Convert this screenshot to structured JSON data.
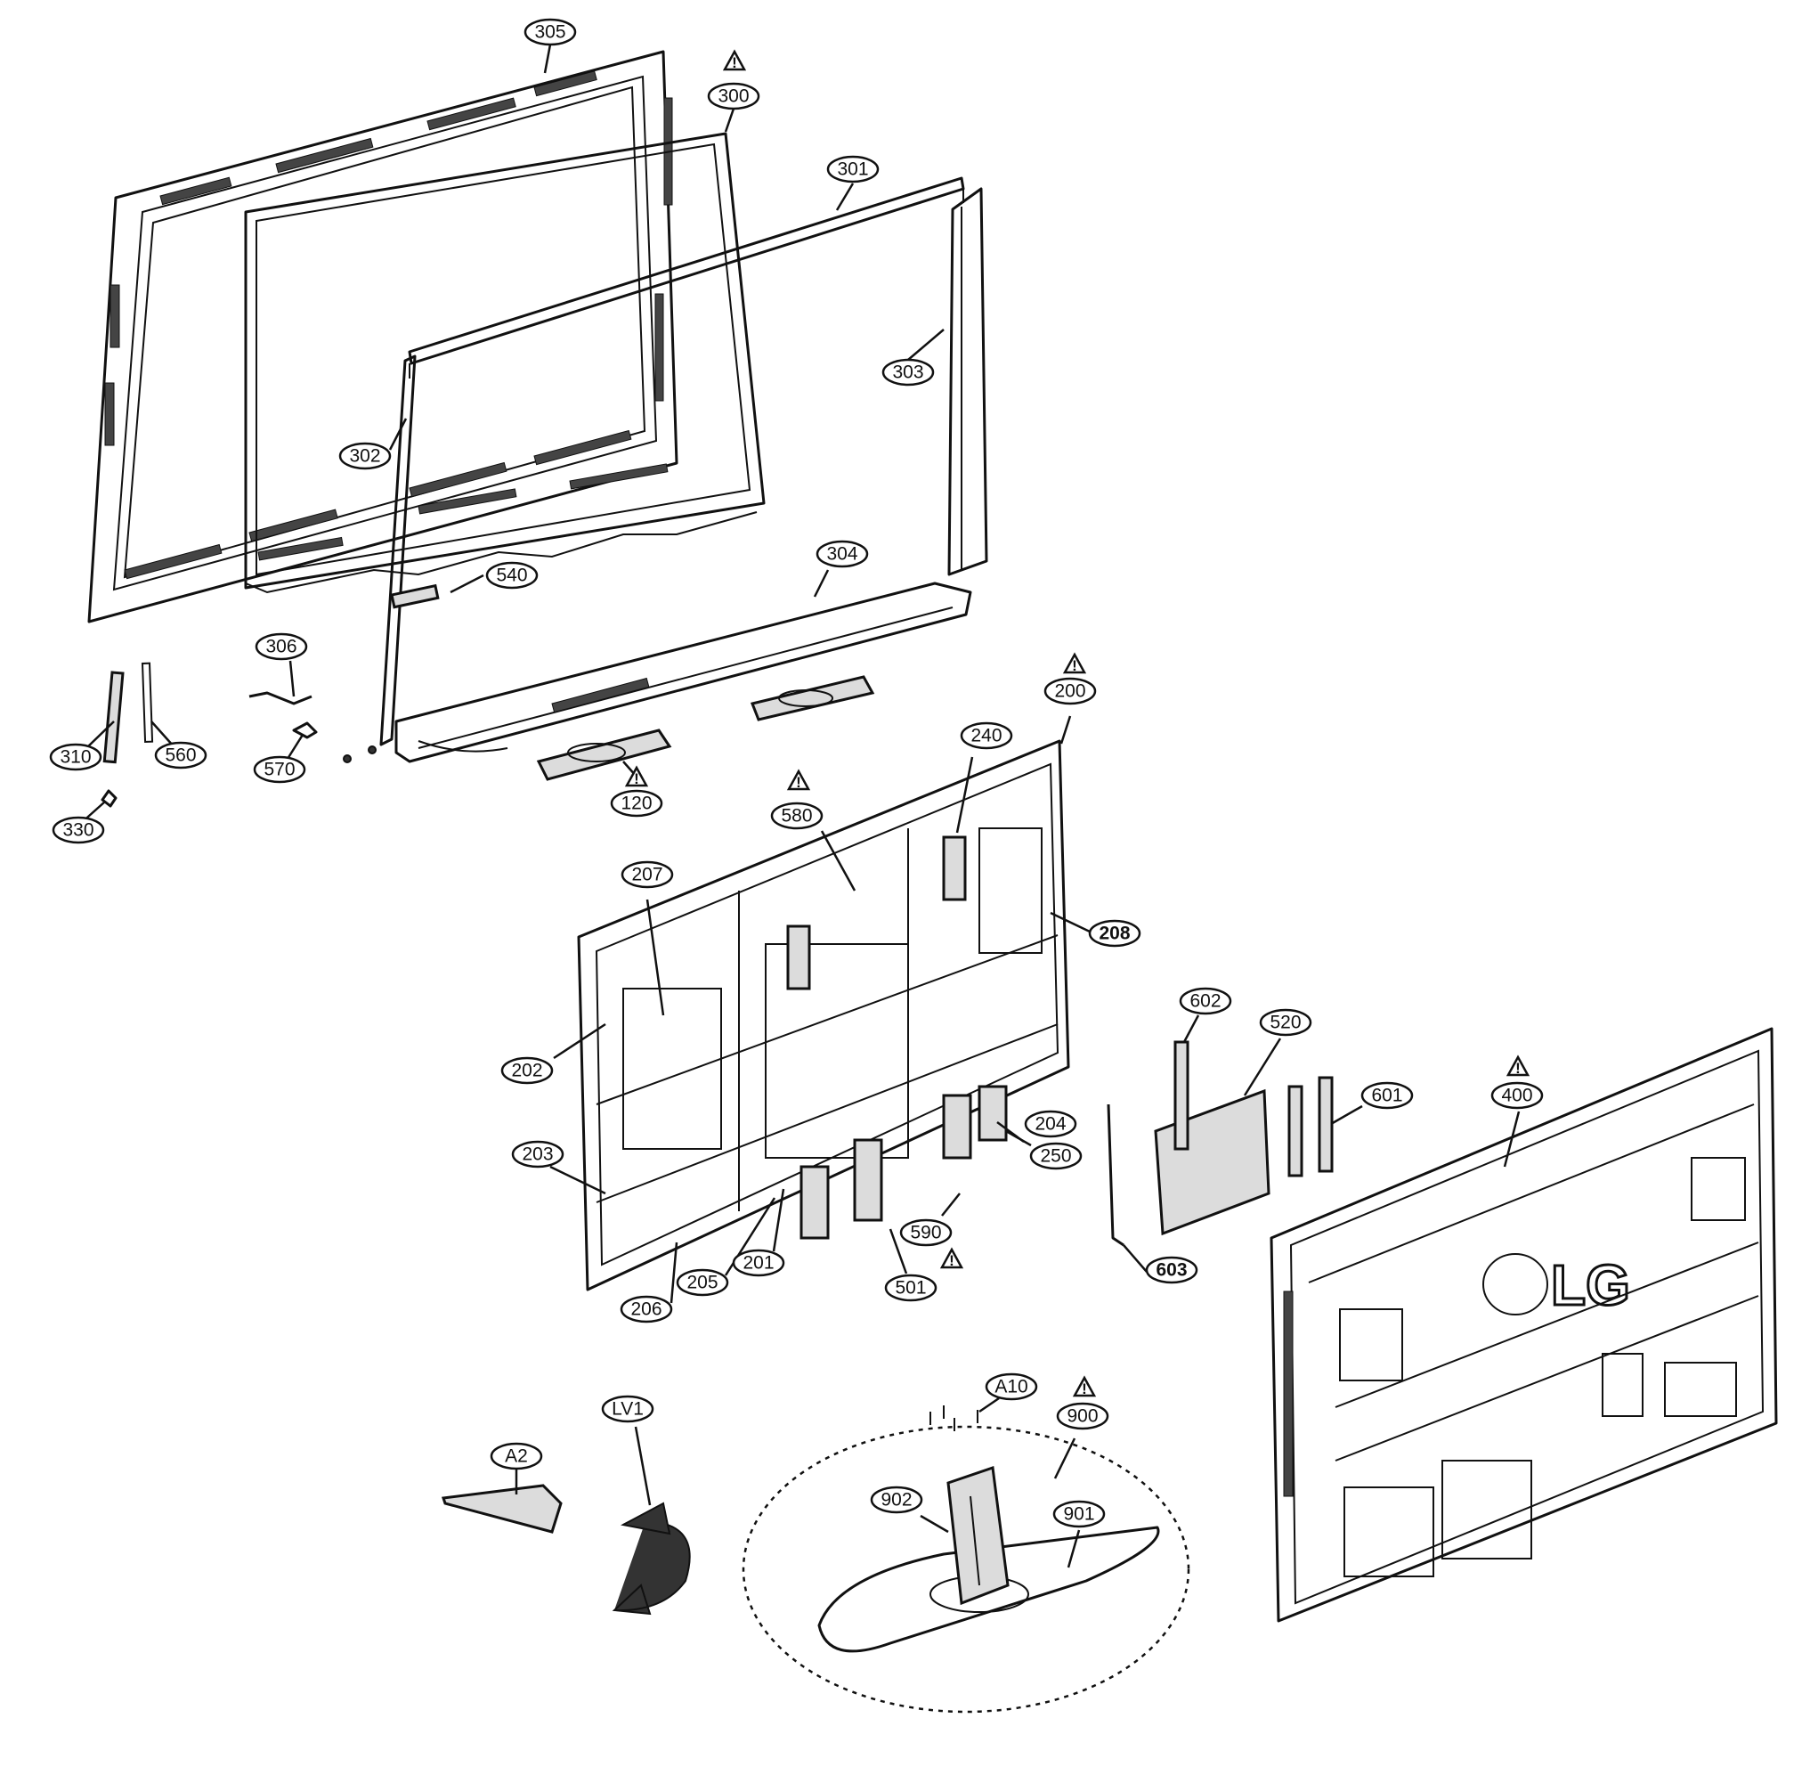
{
  "brand": {
    "logo_text": "LG"
  },
  "warning_symbol": "!",
  "callouts": [
    {
      "id": "305",
      "label": "305"
    },
    {
      "id": "300",
      "label": "300"
    },
    {
      "id": "301",
      "label": "301"
    },
    {
      "id": "303",
      "label": "303"
    },
    {
      "id": "302",
      "label": "302"
    },
    {
      "id": "540",
      "label": "540"
    },
    {
      "id": "304",
      "label": "304"
    },
    {
      "id": "306",
      "label": "306"
    },
    {
      "id": "310",
      "label": "310"
    },
    {
      "id": "560",
      "label": "560"
    },
    {
      "id": "570",
      "label": "570"
    },
    {
      "id": "330",
      "label": "330"
    },
    {
      "id": "120",
      "label": "120"
    },
    {
      "id": "200",
      "label": "200"
    },
    {
      "id": "240",
      "label": "240"
    },
    {
      "id": "580",
      "label": "580"
    },
    {
      "id": "207",
      "label": "207"
    },
    {
      "id": "208",
      "label": "208"
    },
    {
      "id": "202",
      "label": "202"
    },
    {
      "id": "203",
      "label": "203"
    },
    {
      "id": "204",
      "label": "204"
    },
    {
      "id": "250",
      "label": "250"
    },
    {
      "id": "590",
      "label": "590"
    },
    {
      "id": "201",
      "label": "201"
    },
    {
      "id": "205",
      "label": "205"
    },
    {
      "id": "206",
      "label": "206"
    },
    {
      "id": "501",
      "label": "501"
    },
    {
      "id": "602",
      "label": "602"
    },
    {
      "id": "520",
      "label": "520"
    },
    {
      "id": "601",
      "label": "601"
    },
    {
      "id": "603",
      "label": "603"
    },
    {
      "id": "400",
      "label": "400"
    },
    {
      "id": "A10",
      "label": "A10"
    },
    {
      "id": "900",
      "label": "900"
    },
    {
      "id": "LV1",
      "label": "LV1"
    },
    {
      "id": "A2",
      "label": "A2"
    },
    {
      "id": "902",
      "label": "902"
    },
    {
      "id": "901",
      "label": "901"
    }
  ]
}
